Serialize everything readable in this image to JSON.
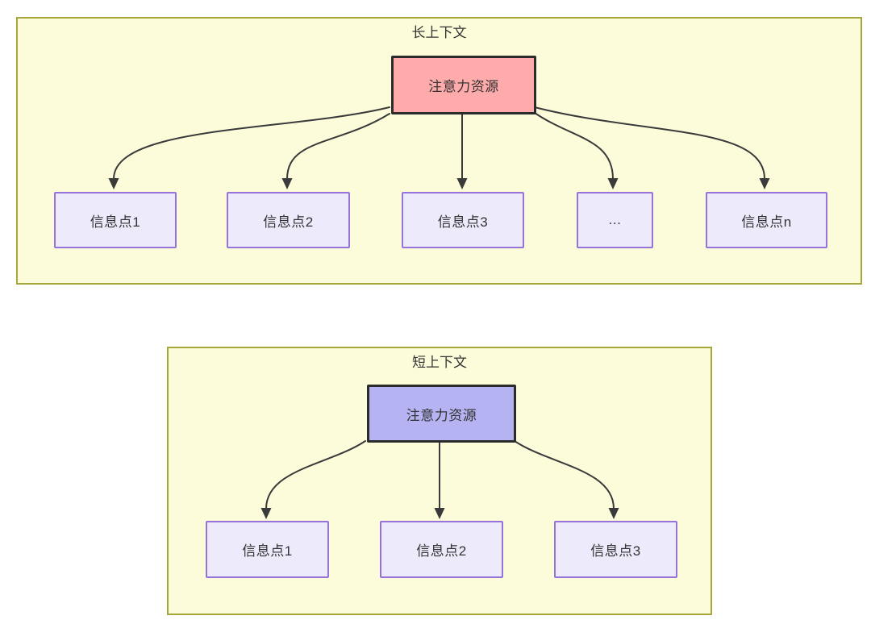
{
  "colors": {
    "canvas-bg": "#ffffff",
    "panel-bg": "#fcfcdb",
    "panel-border": "#a6a63c",
    "attention-long-fill": "#ffabab",
    "attention-short-fill": "#b5b3f1",
    "node-border-dark": "#2b2b2b",
    "info-fill": "#eceafb",
    "info-border": "#9673db",
    "arrow": "#3a3a3a",
    "text": "#333333"
  },
  "panels": {
    "long": {
      "title": "长上下文",
      "attention_label": "注意力资源",
      "arrow_from_attention_to_each_info_point": true,
      "info_points": [
        {
          "label": "信息点1"
        },
        {
          "label": "信息点2"
        },
        {
          "label": "信息点3"
        },
        {
          "label": "..."
        },
        {
          "label": "信息点n"
        }
      ]
    },
    "short": {
      "title": "短上下文",
      "attention_label": "注意力资源",
      "arrow_from_attention_to_each_info_point": true,
      "info_points": [
        {
          "label": "信息点1"
        },
        {
          "label": "信息点2"
        },
        {
          "label": "信息点3"
        }
      ]
    }
  }
}
